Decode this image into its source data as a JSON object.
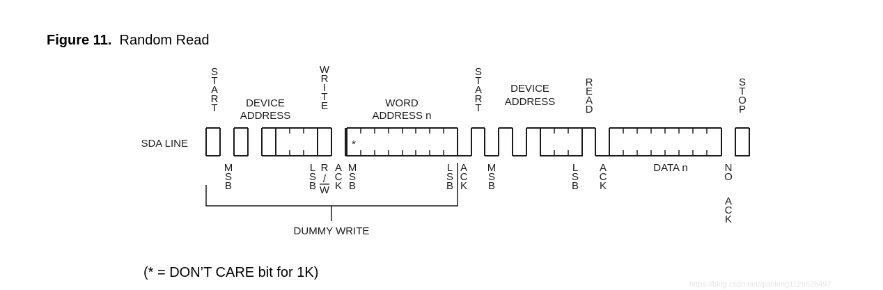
{
  "figure": {
    "number_label": "Figure 11.",
    "name": "Random Read"
  },
  "labels": {
    "start": "START",
    "device_address_1": "DEVICE",
    "device_address_2": "ADDRESS",
    "write": "WRITE",
    "word_address_1": "WORD",
    "word_address_2": "ADDRESS n",
    "read": "READ",
    "stop": "STOP",
    "sda_line": "SDA LINE",
    "dont_care_mark": "*",
    "msb": "MSB",
    "lsb": "LSB",
    "rw_r": "R",
    "rw_slash": "/",
    "rw_w": "W",
    "ack": "ACK",
    "data": "DATA n",
    "no": "NO",
    "dummy_write": "DUMMY WRITE"
  },
  "footnote": "(* = DON’T CARE bit for 1K)",
  "watermark": "https://blog.csdn.net/qianlong1126626497"
}
